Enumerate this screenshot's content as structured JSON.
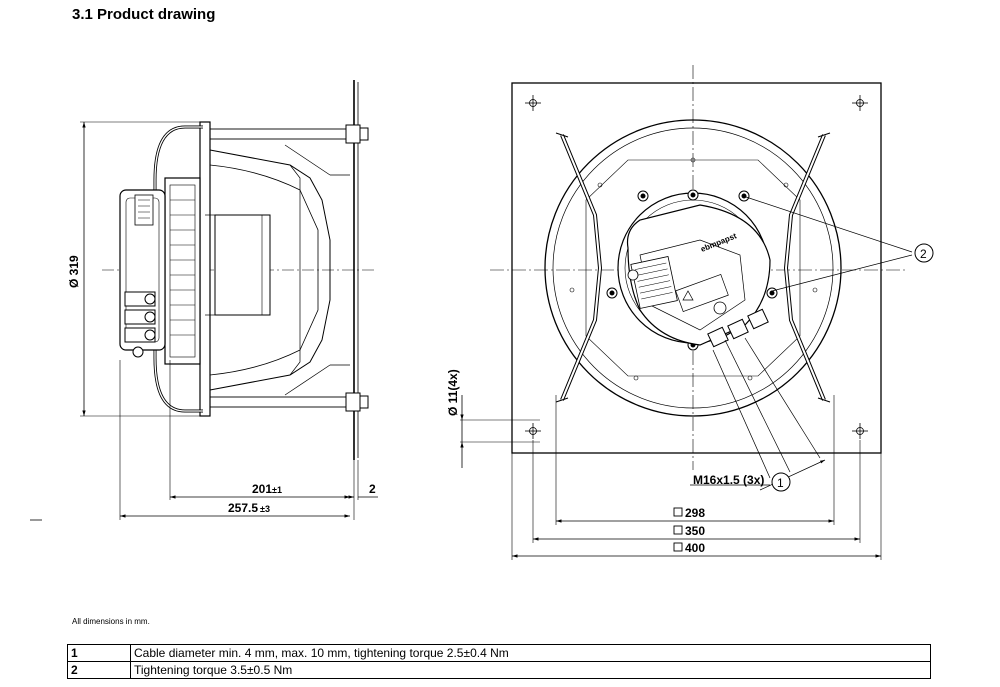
{
  "heading": "3.1 Product drawing",
  "note": "All dimensions in mm.",
  "side_view": {
    "diameter_label": "Ø 319",
    "dim_201": "201",
    "dim_201_tol": "±1",
    "dim_2": "2",
    "dim_257": "257.5",
    "dim_257_tol": "±3"
  },
  "front_view": {
    "hole_label": "Ø 11(4x)",
    "thread_label": "M16x1.5 (3x)",
    "callout_1": "1",
    "callout_2": "2",
    "brand_mark": "ebmpapst",
    "square_298": "298",
    "square_350": "350",
    "square_400": "400"
  },
  "legend": [
    {
      "num": "1",
      "text": "Cable diameter min. 4 mm, max. 10 mm, tightening torque 2.5±0.4 Nm"
    },
    {
      "num": "2",
      "text": "Tightening torque 3.5±0.5 Nm"
    }
  ]
}
